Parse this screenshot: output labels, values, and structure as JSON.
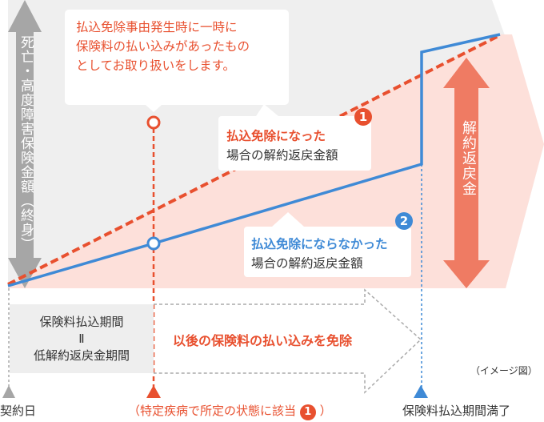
{
  "left_axis_label": "死亡・高度障害保険金額（終身）",
  "right_axis_label": "解約返戻金",
  "top_callout": [
    "払込免除事由発生時に一時に",
    "保険料の払い込みがあったもの",
    "としてお取り扱いをします。"
  ],
  "callout_1": {
    "badge": "1",
    "title": "払込免除になった",
    "subtitle": "場合の解約返戻金額"
  },
  "callout_2": {
    "badge": "2",
    "title": "払込免除にならなかった",
    "subtitle": "場合の解約返戻金額"
  },
  "period_box": {
    "line1": "保険料払込期間",
    "line2": "Ⅱ",
    "line3": "低解約返戻金期間"
  },
  "waiver_text": "以後の保険料の払い込みを免除",
  "image_note": "（イメージ図）",
  "timeline": {
    "start": "契約日",
    "event_prefix": "（特定疾病で所定の状態に該当",
    "event_badge": "1",
    "event_suffix": "）",
    "end": "保険料払込期間満了"
  },
  "colors": {
    "red": "#e8502f",
    "blue": "#3f8ad6",
    "gray": "#a6a6a6",
    "pink": "#fde0da",
    "orange": "#ef7b63"
  }
}
